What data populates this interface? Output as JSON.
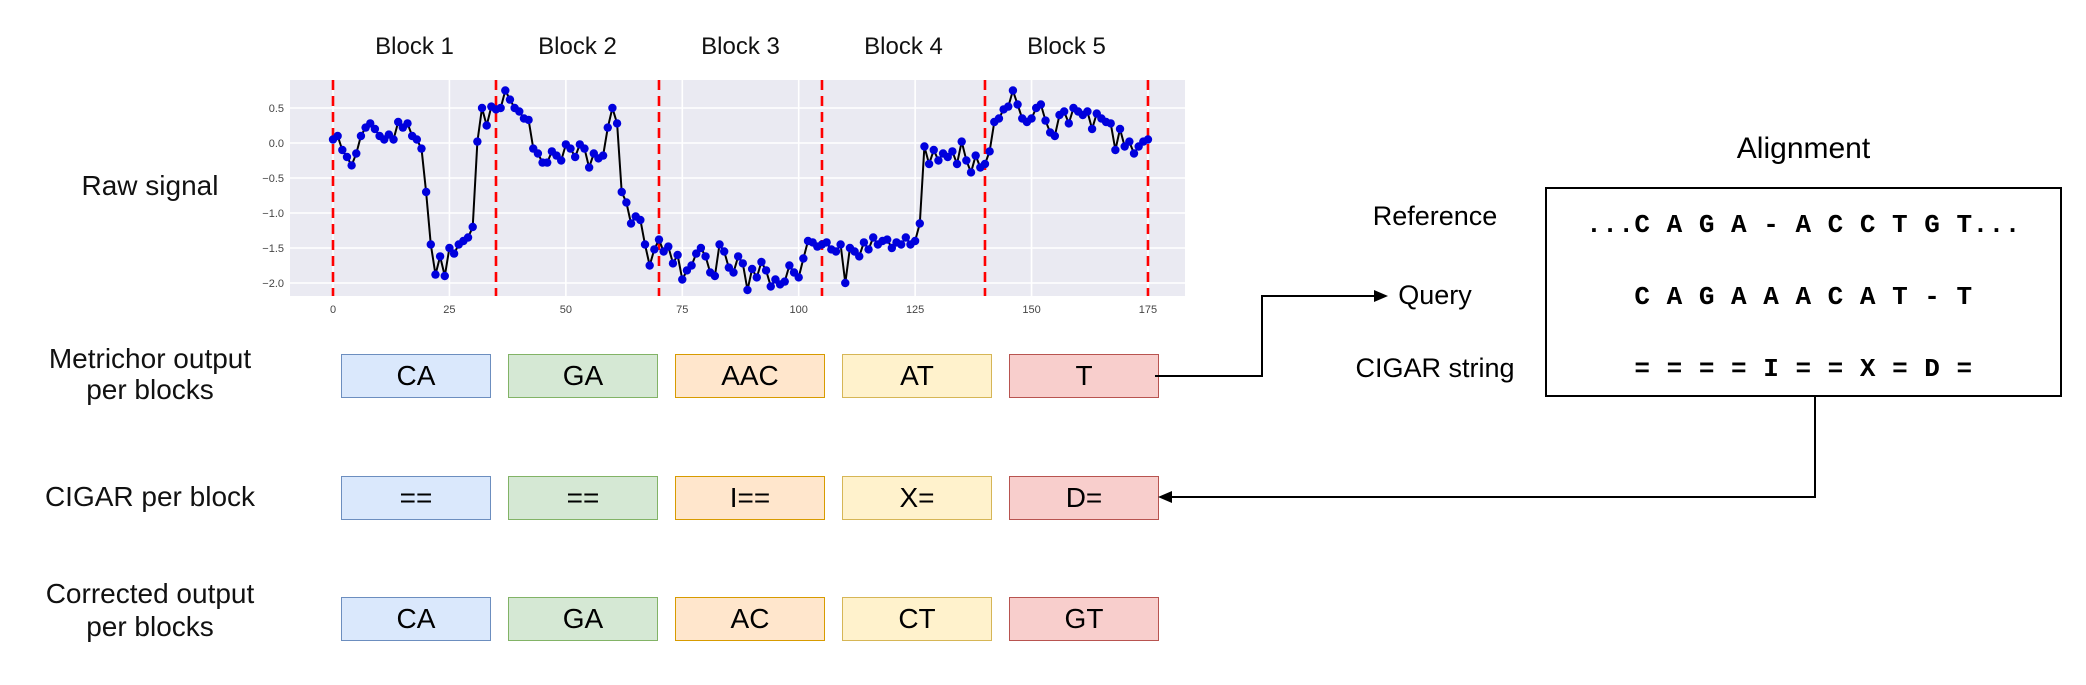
{
  "left_labels": {
    "raw_signal": "Raw signal",
    "metrichor_line1": "Metrichor output",
    "metrichor_line2": "per blocks",
    "cigar": "CIGAR per block",
    "corrected_line1": "Corrected output",
    "corrected_line2": "per blocks"
  },
  "raw_signal": {
    "blocks": [
      "Block 1",
      "Block 2",
      "Block 3",
      "Block 4",
      "Block 5"
    ]
  },
  "chart_data": {
    "type": "line",
    "title": "",
    "xlabel": "",
    "ylabel": "",
    "x_start": 0,
    "x_step": 1,
    "xlim": [
      -9,
      183
    ],
    "ylim": [
      -2.2,
      0.9
    ],
    "grid": true,
    "x_ticks": [
      0,
      25,
      50,
      75,
      100,
      125,
      150,
      175
    ],
    "y_ticks": [
      0.5,
      0.0,
      -0.5,
      -1.0,
      -1.5,
      -2.0
    ],
    "y_tick_labels": [
      "0.5",
      "0.0",
      "−0.5",
      "−1.0",
      "−1.5",
      "−2.0"
    ],
    "block_boundaries": [
      0,
      35,
      70,
      105,
      140,
      175
    ],
    "y": [
      0.05,
      0.1,
      -0.1,
      -0.2,
      -0.32,
      -0.15,
      0.1,
      0.22,
      0.28,
      0.2,
      0.1,
      0.05,
      0.12,
      0.05,
      0.3,
      0.22,
      0.28,
      0.1,
      0.05,
      -0.08,
      -0.7,
      -1.45,
      -1.88,
      -1.62,
      -1.9,
      -1.5,
      -1.58,
      -1.45,
      -1.4,
      -1.35,
      -1.2,
      0.02,
      0.5,
      0.25,
      0.52,
      0.48,
      0.5,
      0.75,
      0.62,
      0.5,
      0.45,
      0.35,
      0.33,
      -0.08,
      -0.15,
      -0.28,
      -0.28,
      -0.12,
      -0.18,
      -0.25,
      -0.02,
      -0.08,
      -0.2,
      -0.02,
      -0.08,
      -0.35,
      -0.15,
      -0.22,
      -0.18,
      0.22,
      0.5,
      0.28,
      -0.7,
      -0.85,
      -1.15,
      -1.05,
      -1.1,
      -1.45,
      -1.75,
      -1.52,
      -1.38,
      -1.55,
      -1.48,
      -1.72,
      -1.6,
      -1.95,
      -1.82,
      -1.75,
      -1.58,
      -1.5,
      -1.62,
      -1.85,
      -1.9,
      -1.45,
      -1.55,
      -1.78,
      -1.85,
      -1.62,
      -1.72,
      -2.1,
      -1.8,
      -1.92,
      -1.7,
      -1.82,
      -2.05,
      -1.95,
      -2.02,
      -1.98,
      -1.75,
      -1.85,
      -1.92,
      -1.65,
      -1.4,
      -1.42,
      -1.48,
      -1.45,
      -1.42,
      -1.52,
      -1.55,
      -1.45,
      -2.0,
      -1.5,
      -1.55,
      -1.62,
      -1.42,
      -1.52,
      -1.35,
      -1.45,
      -1.4,
      -1.38,
      -1.5,
      -1.42,
      -1.45,
      -1.35,
      -1.45,
      -1.4,
      -1.15,
      -0.05,
      -0.3,
      -0.1,
      -0.25,
      -0.15,
      -0.2,
      -0.12,
      -0.3,
      0.02,
      -0.25,
      -0.42,
      -0.18,
      -0.35,
      -0.3,
      -0.12,
      0.3,
      0.35,
      0.48,
      0.52,
      0.75,
      0.55,
      0.35,
      0.3,
      0.35,
      0.5,
      0.55,
      0.32,
      0.15,
      0.1,
      0.4,
      0.45,
      0.28,
      0.5,
      0.45,
      0.4,
      0.45,
      0.2,
      0.42,
      0.35,
      0.3,
      0.28,
      -0.1,
      0.2,
      -0.05,
      0.02,
      -0.15,
      -0.05,
      0.02,
      0.05
    ]
  },
  "block_rows": [
    {
      "cells": [
        {
          "text": "CA",
          "theme": "blue"
        },
        {
          "text": "GA",
          "theme": "green"
        },
        {
          "text": "AAC",
          "theme": "orange"
        },
        {
          "text": "AT",
          "theme": "yellow"
        },
        {
          "text": "T",
          "theme": "red"
        }
      ]
    },
    {
      "cells": [
        {
          "text": "==",
          "theme": "blue"
        },
        {
          "text": "==",
          "theme": "green"
        },
        {
          "text": "I==",
          "theme": "orange"
        },
        {
          "text": "X=",
          "theme": "yellow"
        },
        {
          "text": "D=",
          "theme": "red"
        }
      ]
    },
    {
      "cells": [
        {
          "text": "CA",
          "theme": "blue"
        },
        {
          "text": "GA",
          "theme": "green"
        },
        {
          "text": "AC",
          "theme": "orange"
        },
        {
          "text": "CT",
          "theme": "yellow"
        },
        {
          "text": "GT",
          "theme": "red"
        }
      ]
    }
  ],
  "alignment": {
    "title": "Alignment",
    "side_labels": [
      "Reference",
      "Query",
      "CIGAR string"
    ],
    "reference": "...C A G A - A C C T G T...",
    "query": "C A G A A A C A T - T",
    "cigar_string": "= = = = I = = X = D ="
  },
  "colors": {
    "blue": {
      "fill": "#dae8fc",
      "stroke": "#6c8ebf"
    },
    "green": {
      "fill": "#d5e8d4",
      "stroke": "#82b366"
    },
    "orange": {
      "fill": "#ffe6cc",
      "stroke": "#d79b00"
    },
    "yellow": {
      "fill": "#fff2cc",
      "stroke": "#d6b656"
    },
    "red": {
      "fill": "#f8cecc",
      "stroke": "#b85450"
    },
    "chart_bg": "#eaeaf2",
    "grid": "#ffffff",
    "marker": "#0000dd",
    "signal_line": "#000000",
    "boundary": "#ff0000",
    "tick_text": "#454545"
  }
}
